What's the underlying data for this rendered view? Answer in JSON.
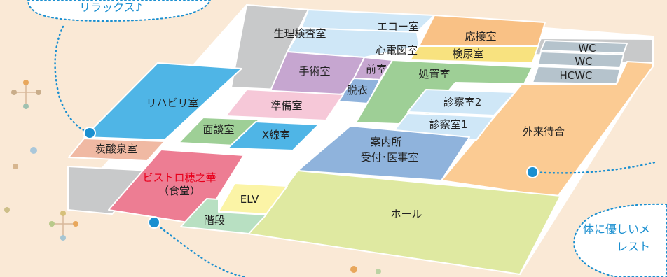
{
  "rooms": {
    "seiri": "生理検査室",
    "echo": "エコー室",
    "shindenzu": "心電図室",
    "ousetsu": "応接室",
    "kennyo": "検尿室",
    "wc1": "WC",
    "wc2": "WC",
    "hcwc": "HCWC",
    "shujutsu": "手術室",
    "zenshitsu": "前室",
    "datsui": "脱衣",
    "shochi": "処置室",
    "rihabiri": "リハビリ室",
    "junbi": "準備室",
    "shinsatsu2": "診察室2",
    "shinsatsu1": "診察室1",
    "mendan": "面談室",
    "xsen": "X線室",
    "annai": "案内所",
    "uketsuke": "受付･医事室",
    "gairai": "外来待合",
    "tansan": "炭酸泉室",
    "bistro": "ビストロ穂之華",
    "shokudo": "（食堂）",
    "elv": "ELV",
    "kaidan": "階段",
    "hall": "ホール"
  },
  "callouts": {
    "top_left": "リラックス♪",
    "bottom_right_1": "体に優しいメ",
    "bottom_right_2": "レスト"
  },
  "colors": {
    "background": "#fae9d6",
    "gray": "#c8c9ca",
    "lightblue": "#cfe7f7",
    "orange": "#f9c185",
    "yellow": "#f8e27f",
    "steel": "#b5c3cc",
    "peach": "#fbcb93",
    "purple": "#c6a6d0",
    "green": "#9ecf96",
    "blue": "#4fb5e6",
    "pink": "#f6c8d8",
    "medblue": "#8fb3dc",
    "salmon": "#f0b9a3",
    "red": "#ed7d93",
    "lightgreen": "#b8e0c2",
    "lightyellow": "#fbf4a6",
    "lime": "#dfe9a1",
    "dot": "#1a8fd0"
  }
}
